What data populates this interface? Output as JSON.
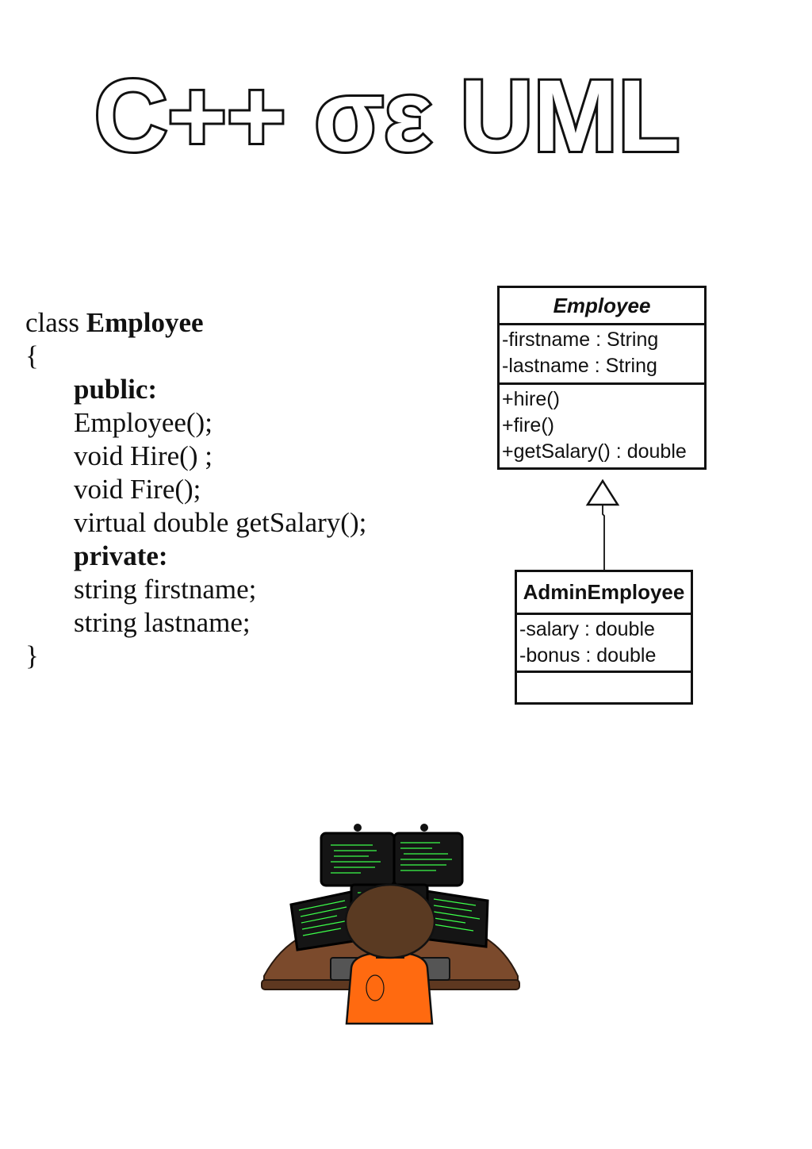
{
  "title": "C++ σε UML",
  "code": {
    "keyword_class": "class",
    "class_name": "Employee",
    "open_brace": "{",
    "public_label": "public:",
    "public_members": [
      "Employee();",
      "void Hire() ;",
      "void Fire();",
      "virtual double getSalary();"
    ],
    "private_label": "private:",
    "private_members": [
      "string firstname;",
      "string lastname;"
    ],
    "close_brace": "}"
  },
  "uml": {
    "employee": {
      "name": "Employee",
      "attributes": [
        "-firstname : String",
        "-lastname : String"
      ],
      "operations": [
        "+hire()",
        "+fire()",
        "+getSalary() : double"
      ]
    },
    "admin_employee": {
      "name": "AdminEmployee",
      "attributes": [
        "-salary : double",
        "-bonus : double"
      ],
      "operations": []
    },
    "relation": "generalization"
  },
  "colors": {
    "text": "#111111",
    "shirt": "#ff6a10",
    "hair": "#5a3a22",
    "desk": "#7b4a2c",
    "screen_text": "#3cff4a"
  },
  "illustration_icon": "programmer-at-multiple-monitors-icon"
}
